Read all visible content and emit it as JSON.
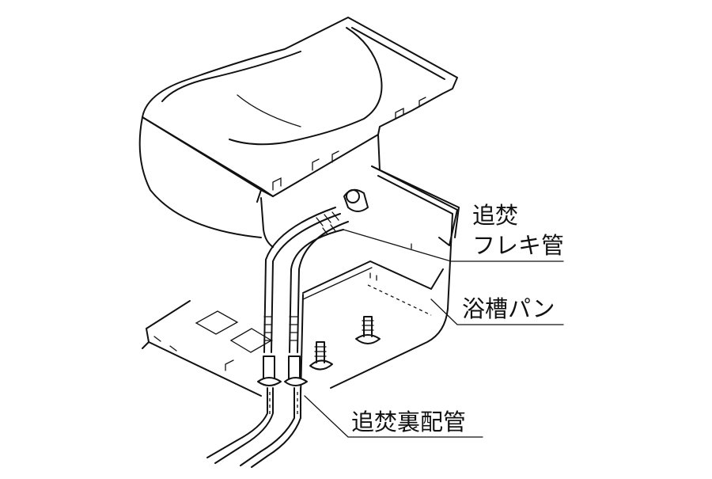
{
  "labels": {
    "reheat_flex_pipe_line1": "追焚",
    "reheat_flex_pipe_line2": "フレキ管",
    "tub_pan": "浴槽パン",
    "reheat_back_piping": "追焚裏配管"
  }
}
